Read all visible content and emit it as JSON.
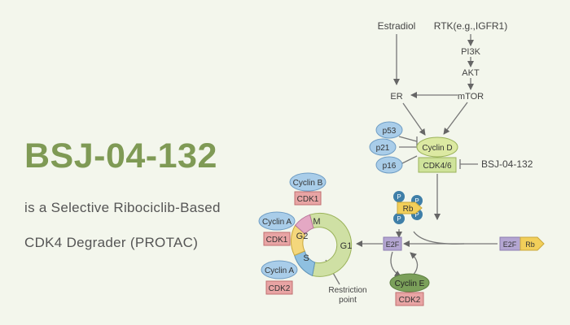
{
  "heading": {
    "title": "BSJ-04-132",
    "line1": "is a Selective Ribociclib-Based",
    "line2": "CDK4 Degrader (PROTAC)"
  },
  "pathway": {
    "estradiol": "Estradiol",
    "rtk": "RTK(e.g.,IGFR1)",
    "pi3k": "PI3K",
    "akt": "AKT",
    "mtor": "mTOR",
    "er": "ER",
    "p53": "p53",
    "p21": "p21",
    "p16": "p16",
    "cyclin_d": "Cyclin D",
    "cdk46": "CDK4/6",
    "drug": "BSJ-04-132",
    "phospho": "P",
    "rb": "Rb",
    "e2f": "E2F",
    "e2f_rb_a": "E2F",
    "e2f_rb_b": "Rb",
    "cyclin_e": "Cyclin E",
    "cdk2_e": "CDK2",
    "restriction_1": "Restriction",
    "restriction_2": "point"
  },
  "cell_cycle": {
    "g1": "G1",
    "s": "S",
    "g2": "G2",
    "m": "M",
    "cyclin_b": "Cyclin B",
    "cdk1_b": "CDK1",
    "cyclin_a1": "Cyclin A",
    "cdk1_a": "CDK1",
    "cyclin_a2": "Cyclin A",
    "cdk2_a": "CDK2"
  },
  "colors": {
    "title": "#7f9a55",
    "cyclin": "#a9cde9",
    "cdk": "#e8a4a4",
    "g1": "#cfe0a4",
    "s": "#8fc0e0",
    "g2": "#f4d77c",
    "m": "#e4a8c4",
    "phospho": "#3f7fa8",
    "rb": "#f2cf5a",
    "e2f": "#b4a6d2",
    "cyclin_e": "#7ba05a"
  }
}
